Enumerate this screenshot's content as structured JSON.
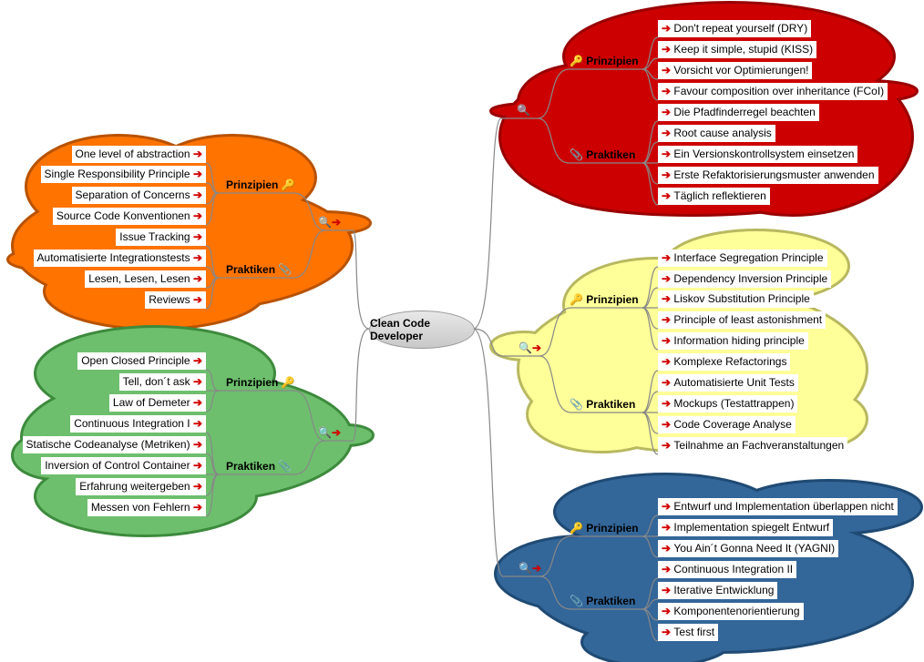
{
  "center": {
    "label": "Clean Code Developer"
  },
  "branches": [
    {
      "name": "red",
      "color": "#cc0000",
      "stroke": "#990000",
      "side": "right",
      "groups": [
        {
          "label": "Prinzipien",
          "icon": "key-icon",
          "items": [
            "Don't repeat yourself (DRY)",
            "Keep it simple, stupid (KISS)",
            "Vorsicht vor Optimierungen!",
            "Favour composition over inheritance (FCoI)"
          ]
        },
        {
          "label": "Praktiken",
          "icon": "paperclip-icon",
          "items": [
            "Die Pfadfinderregel beachten",
            "Root cause analysis",
            "Ein Versionskontrollsystem einsetzen",
            "Erste Refaktorisierungsmuster anwenden",
            "Täglich reflektieren"
          ]
        }
      ]
    },
    {
      "name": "orange",
      "color": "#ff7300",
      "stroke": "#b85200",
      "side": "left",
      "groups": [
        {
          "label": "Prinzipien",
          "icon": "key-icon",
          "items": [
            "One level of abstraction",
            "Single Responsibility Principle",
            "Separation of Concerns",
            "Source Code Konventionen"
          ]
        },
        {
          "label": "Praktiken",
          "icon": "paperclip-icon",
          "items": [
            "Issue Tracking",
            "Automatisierte Integrationstests",
            "Lesen, Lesen, Lesen",
            "Reviews"
          ]
        }
      ]
    },
    {
      "name": "yellow",
      "color": "#ffff99",
      "stroke": "#b8b860",
      "side": "right",
      "groups": [
        {
          "label": "Prinzipien",
          "icon": "key-icon",
          "items": [
            "Interface Segregation Principle",
            "Dependency Inversion Principle",
            "Liskov Substitution Principle",
            "Principle of least astonishment",
            "Information hiding principle"
          ]
        },
        {
          "label": "Praktiken",
          "icon": "paperclip-icon",
          "items": [
            "Komplexe Refactorings",
            "Automatisierte Unit Tests",
            "Mockups (Testattrappen)",
            "Code Coverage Analyse",
            "Teilnahme an Fachveranstaltungen"
          ]
        }
      ]
    },
    {
      "name": "green",
      "color": "#6dbf6d",
      "stroke": "#3d8a3d",
      "side": "left",
      "groups": [
        {
          "label": "Prinzipien",
          "icon": "key-icon",
          "items": [
            "Open Closed Principle",
            "Tell, don´t ask",
            "Law of Demeter"
          ]
        },
        {
          "label": "Praktiken",
          "icon": "paperclip-icon",
          "items": [
            "Continuous Integration I",
            "Statische Codeanalyse (Metriken)",
            "Inversion of Control Container",
            "Erfahrung weitergeben",
            "Messen von Fehlern"
          ]
        }
      ]
    },
    {
      "name": "blue",
      "color": "#336699",
      "stroke": "#1f4a73",
      "side": "right",
      "groups": [
        {
          "label": "Prinzipien",
          "icon": "key-icon",
          "items": [
            "Entwurf und Implementation überlappen nicht",
            "Implementation spiegelt Entwurf",
            "You Ain´t Gonna Need It (YAGNI)"
          ]
        },
        {
          "label": "Praktiken",
          "icon": "paperclip-icon",
          "items": [
            "Continuous Integration II",
            "Iterative Entwicklung",
            "Komponentenorientierung",
            "Test first"
          ]
        }
      ]
    }
  ]
}
